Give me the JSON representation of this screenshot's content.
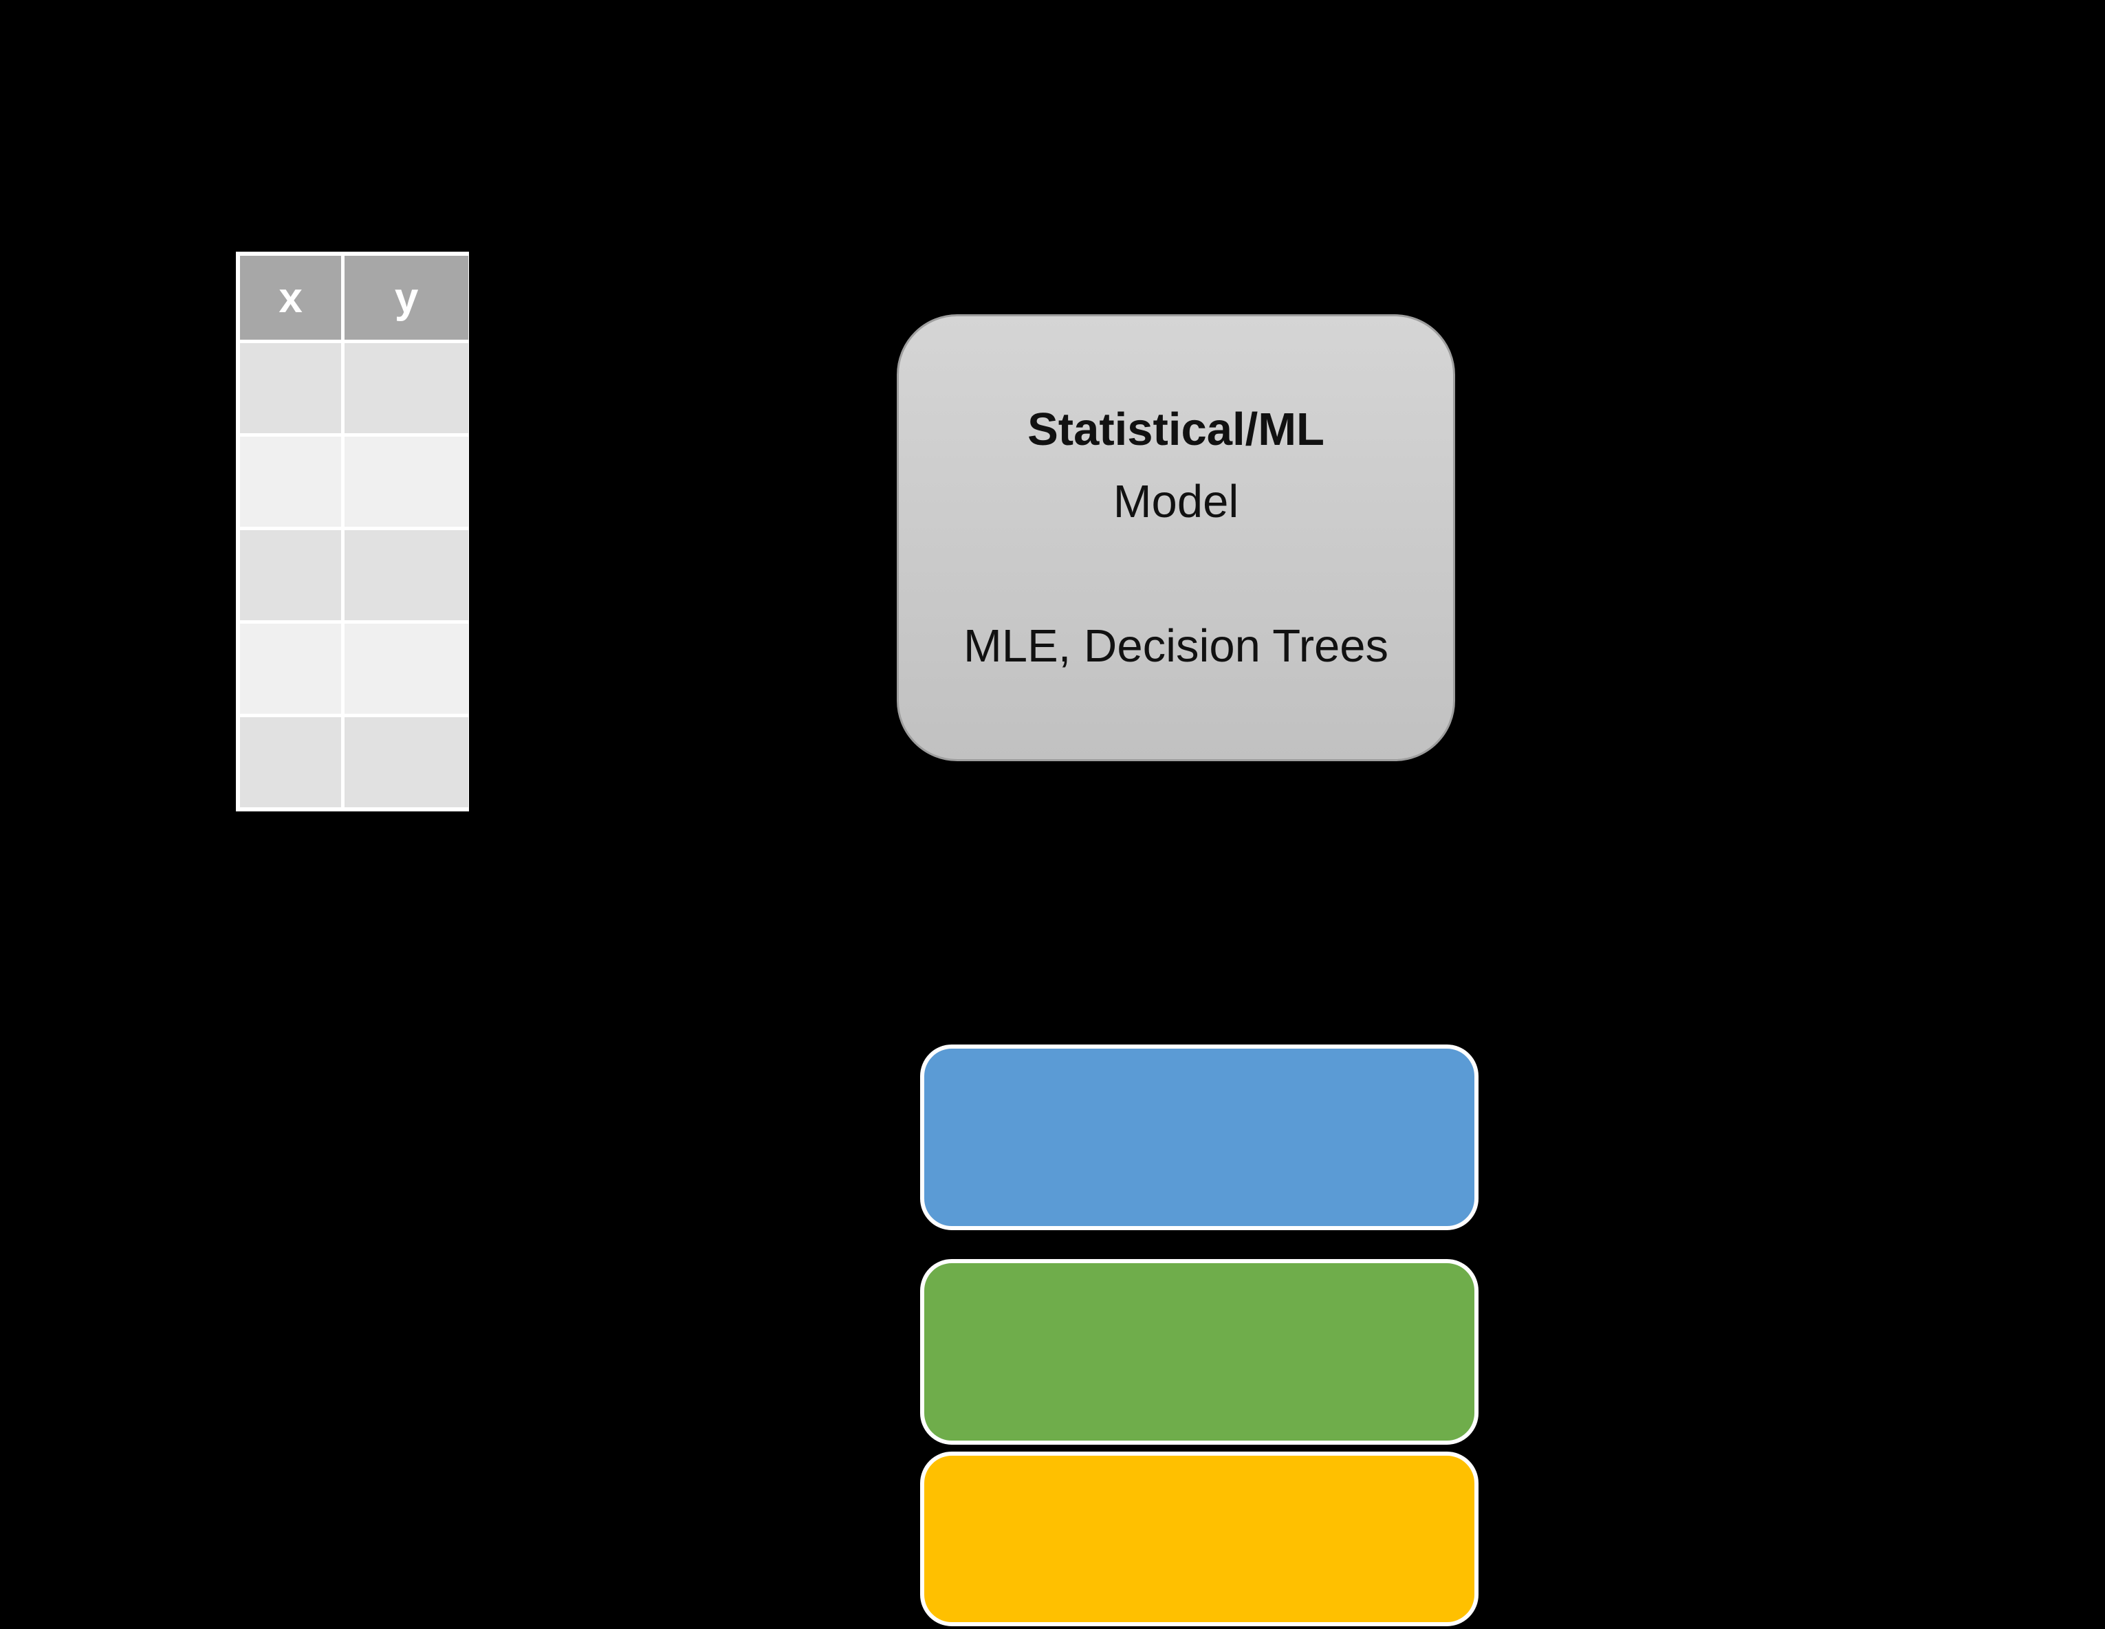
{
  "canvas": {
    "background": "#000000"
  },
  "data_table": {
    "columns": [
      {
        "label": "x"
      },
      {
        "label": "y"
      }
    ],
    "rows": [
      [
        "",
        ""
      ],
      [
        "",
        ""
      ],
      [
        "",
        ""
      ],
      [
        "",
        ""
      ],
      [
        "",
        ""
      ]
    ],
    "colors": {
      "frame": "#ffffff",
      "header_bg": "#a7a7a7",
      "header_text": "#ffffff",
      "row_odd_bg": "#e1e1e1",
      "row_even_bg": "#f0f0f0"
    }
  },
  "model_box": {
    "title": "Statistical/ML",
    "subtitle": "Model",
    "detail": "MLE, Decision Trees",
    "colors": {
      "fill_top": "#d5d5d5",
      "fill_bottom": "#c1c1c1",
      "outline": "#9e9e9e",
      "text": "#111111"
    }
  },
  "stack_boxes": [
    {
      "name": "blue-box",
      "label": "",
      "color": "#5b9bd5"
    },
    {
      "name": "green-box",
      "label": "",
      "color": "#6fad4b"
    },
    {
      "name": "yellow-box",
      "label": "",
      "color": "#ffc000"
    }
  ],
  "stack_stroke_color": "#ffffff"
}
